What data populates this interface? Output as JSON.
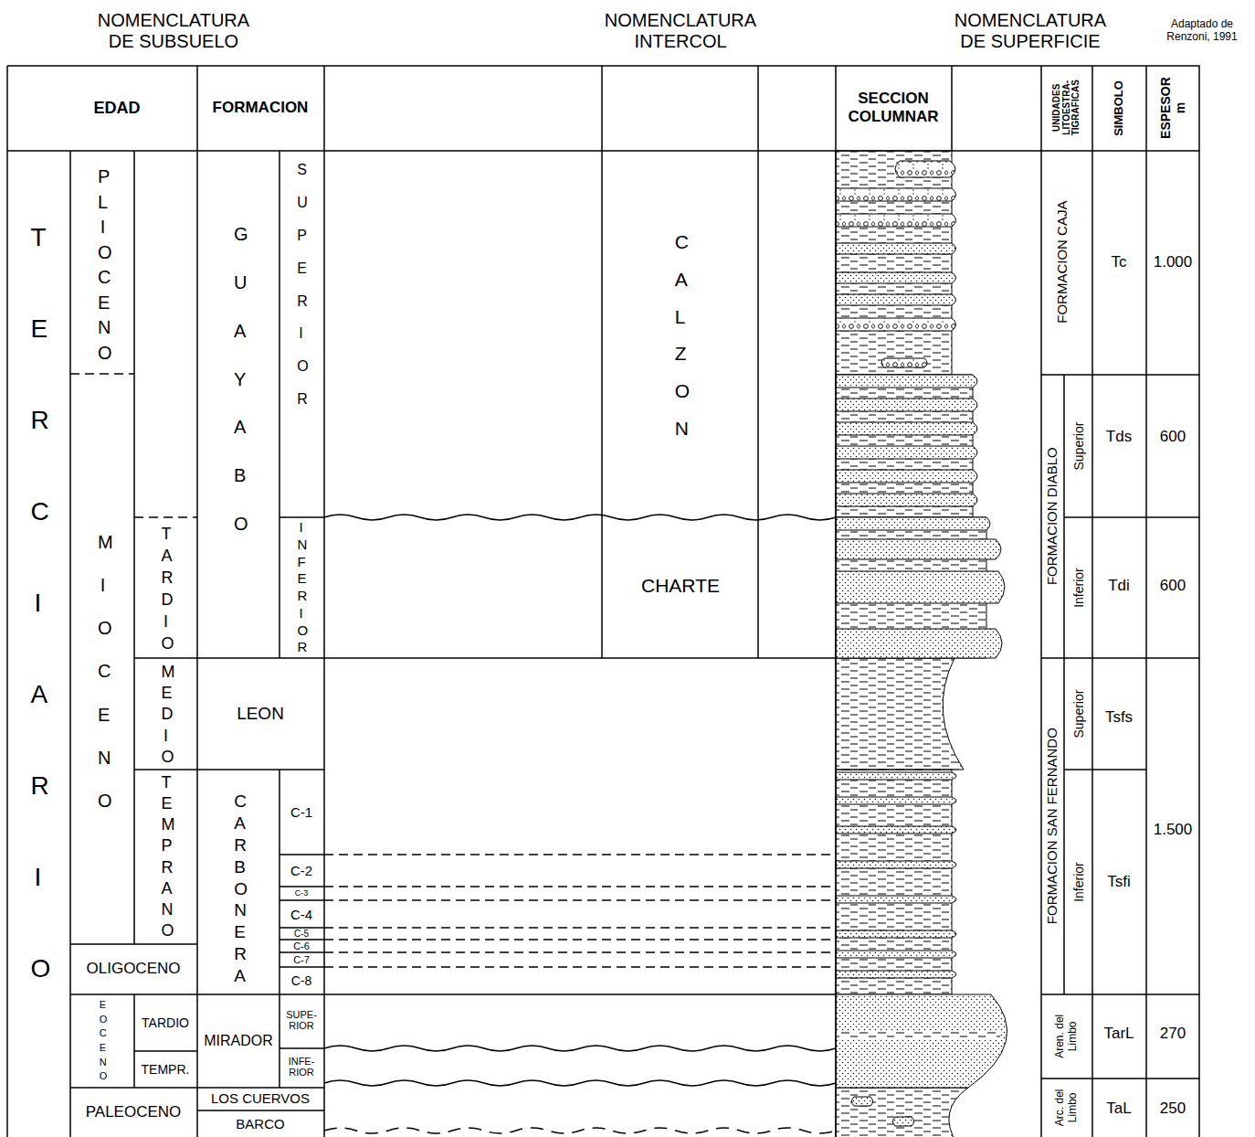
{
  "diagram": {
    "labels": [
      "NOMENCLATURA DE SUBSUELO",
      "NOMENCLATURA INTERCOL",
      "NOMENCLATURA DE SUPERFICIE",
      "Adaptado de Renzoni, 1991",
      "EDAD",
      "FORMACION",
      "SECCION COLUMNAR",
      "UNIDADES LITOESTRA- TIGRAFICAS",
      "SIMBOLO",
      "ESPESOR m",
      "TERCIARIO",
      "PLIOCENO",
      "MIOCENO",
      "TARDIO",
      "MEDIO",
      "TEMPRANO",
      "OLIGOCENO",
      "EOCENO",
      "TARDIO",
      "TEMPR.",
      "PALEOCENO",
      "GUAYABO",
      "SUPERIOR",
      "INFERIOR",
      "LEON",
      "CARBONERA",
      "C-1",
      "C-2",
      "C-3",
      "C-4",
      "C-5",
      "C-6",
      "C-7",
      "C-8",
      "MIRADOR",
      "SUPE- RIOR",
      "INFE- RIOR",
      "LOS CUERVOS",
      "BARCO",
      "CALZON",
      "CHARTE",
      "FORMACION CAJA",
      "FORMACION DIABLO",
      "Superior",
      "Inferior",
      "FORMACION SAN FERNANDO",
      "Superior",
      "Inferior",
      "Aren. del Limbo",
      "Arc. del Limbo",
      "Tc",
      "Tds",
      "Tdi",
      "Tsfs",
      "Tsfi",
      "TarL",
      "TaL",
      "1.000",
      "600",
      "600",
      "1.500",
      "270",
      "250"
    ]
  }
}
